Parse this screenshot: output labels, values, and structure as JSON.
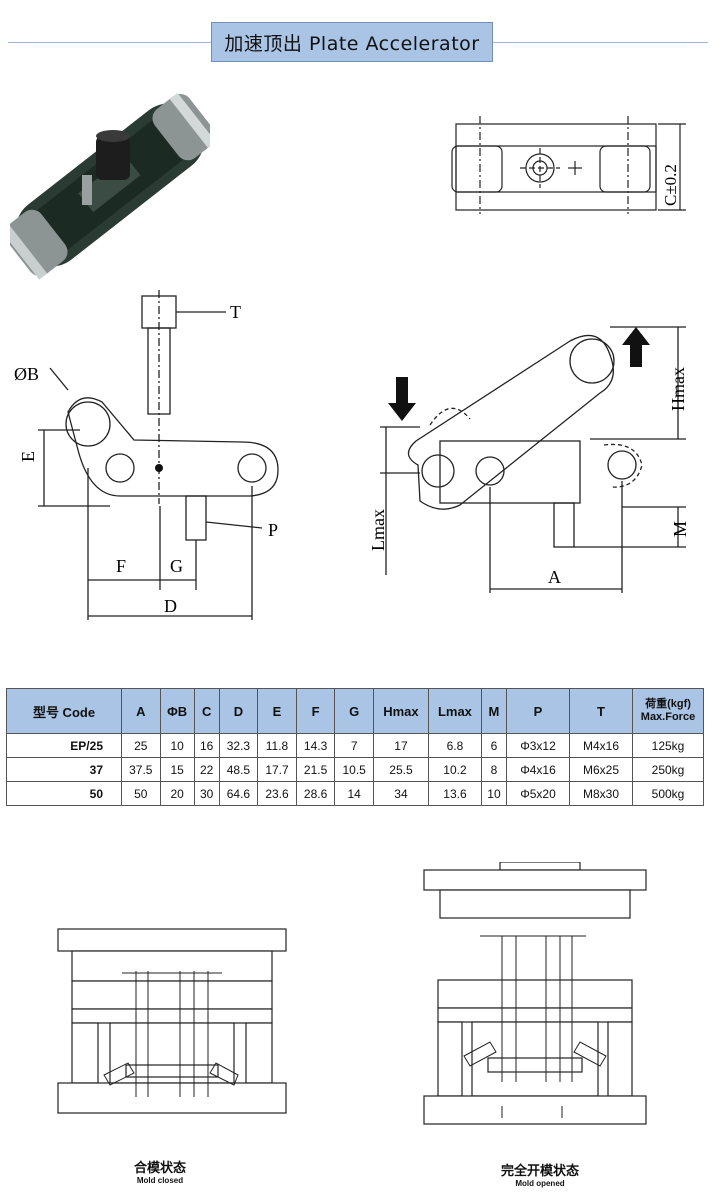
{
  "header": {
    "title": "加速顶出  Plate Accelerator"
  },
  "top_view_label": "C±0.2",
  "side_view_labels": {
    "t": "T",
    "b": "ØB",
    "e": "E",
    "p": "P",
    "f": "F",
    "g": "G",
    "d": "D"
  },
  "open_view_labels": {
    "hmax": "Hmax",
    "lmax": "Lmax",
    "m": "M",
    "a": "A"
  },
  "table": {
    "headers": [
      "型号 Code",
      "A",
      "ΦB",
      "C",
      "D",
      "E",
      "F",
      "G",
      "Hmax",
      "Lmax",
      "M",
      "P",
      "T"
    ],
    "force_header": {
      "zh": "荷重(kgf)",
      "en": "Max.Force"
    },
    "rows": [
      [
        "EP/25",
        "25",
        "10",
        "16",
        "32.3",
        "11.8",
        "14.3",
        "7",
        "17",
        "6.8",
        "6",
        "Φ3x12",
        "M4x16",
        "125kg"
      ],
      [
        "37",
        "37.5",
        "15",
        "22",
        "48.5",
        "17.7",
        "21.5",
        "10.5",
        "25.5",
        "10.2",
        "8",
        "Φ4x16",
        "M6x25",
        "250kg"
      ],
      [
        "50",
        "50",
        "20",
        "30",
        "64.6",
        "23.6",
        "28.6",
        "14",
        "34",
        "13.6",
        "10",
        "Φ5x20",
        "M8x30",
        "500kg"
      ]
    ]
  },
  "captions": {
    "closed": {
      "zh": "合模状态",
      "en": "Mold closed"
    },
    "opened": {
      "zh": "完全开模状态",
      "en": "Mold opened"
    }
  }
}
